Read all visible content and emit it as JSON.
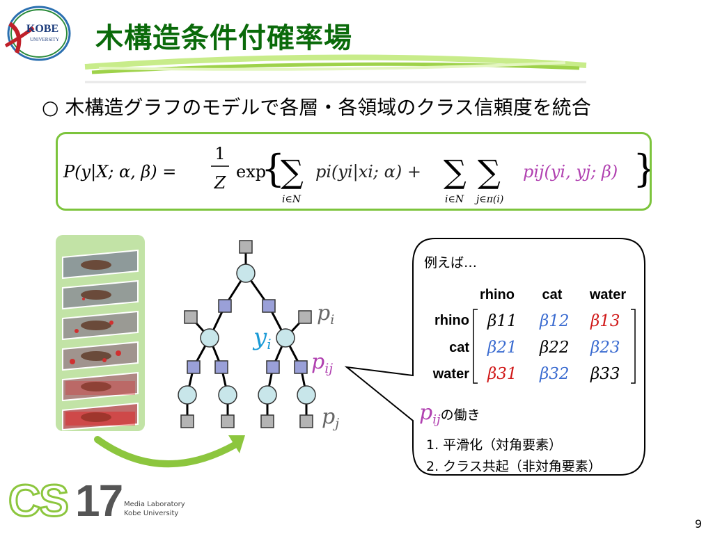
{
  "header": {
    "title": "木構造条件付確率場",
    "logo_name": "KOBE",
    "logo_sub": "UNIVERSITY"
  },
  "bullet": {
    "symbol": "○",
    "text": "木構造グラフのモデルで各層・各領域のクラス信頼度を統合"
  },
  "formula": {
    "lhs": "P(y|X; α, β) =",
    "frac_num": "1",
    "frac_den": "Z",
    "exp": "exp",
    "sum1_sub": "i∈N",
    "term1": "pi(yi|xi; α) +",
    "sum2_sub": "i∈N",
    "sum3_sub": "j∈π(i)",
    "term2": "pij(yi, yj; β)"
  },
  "tree": {
    "label_pi": "p",
    "label_pi_sub": "i",
    "label_yi": "y",
    "label_yi_sub": "i",
    "label_pij": "p",
    "label_pij_sub": "ij",
    "label_pj": "p",
    "label_pj_sub": "j"
  },
  "callout": {
    "intro": "例えば…",
    "col_headers": [
      "rhino",
      "cat",
      "water"
    ],
    "row_headers": [
      "rhino",
      "cat",
      "water"
    ],
    "matrix": [
      [
        "β11",
        "β12",
        "β13"
      ],
      [
        "β21",
        "β22",
        "β23"
      ],
      [
        "β31",
        "β32",
        "β33"
      ]
    ],
    "pij_label": "p",
    "pij_sub": "ij",
    "pij_suffix": "の働き",
    "items": [
      "1.  平滑化（対角要素）",
      "2.  クラス共起（非対角要素）"
    ]
  },
  "footer": {
    "cs_logo": "CS",
    "cs_num": "17",
    "lab_line1": "Media Laboratory",
    "lab_line2": "Kobe University",
    "page_number": "9"
  },
  "colors": {
    "title_green": "#0a6a0a",
    "box_green": "#7cc43c",
    "node_fill": "#c8e6ea",
    "square_fill": "#9aa0d8",
    "leaf_square": "#b4b4b4",
    "pink": "#b040b0",
    "blue": "#3a6bd0",
    "red": "#d01818",
    "yi_blue": "#1a9ad6"
  }
}
